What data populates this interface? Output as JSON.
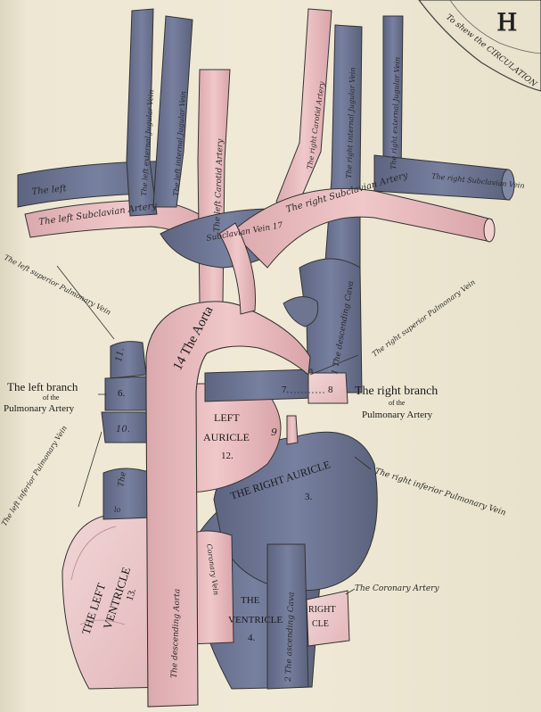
{
  "header": {
    "letter": "H",
    "caption_fragment": "To shew the CIRCULATION"
  },
  "labels": {
    "left_subclavian_vein_short": "The left",
    "left_subclavian_artery": "The left Subclavian Artery",
    "left_external_jugular": "The left external Jugular Vein",
    "left_internal_jugular": "The left internal Jugular Vein",
    "left_carotid": "The left Carotid Artery",
    "right_carotid": "The right Carotid Artery",
    "right_internal_jugular": "The right internal Jugular Vein",
    "right_external_jugular": "The right external Jugular Vein",
    "right_subclavian_vein": "The right Subclavian Vein",
    "right_subclavian_artery": "The right Subclavian Artery",
    "subclavian_vein_17": "Subclavian Vein 17",
    "descending_cava_upper": "1 The descending Cava",
    "left_superior_pulmonary_vein": "The left superior Pulmonary Vein",
    "right_superior_pulmonary_vein": "The right superior Pulmonary Vein",
    "aorta": "14 The Aorta",
    "left_branch_pulmonary_artery_l1": "The left branch",
    "left_branch_pulmonary_artery_l2": "of the",
    "left_branch_pulmonary_artery_l3": "Pulmonary Artery",
    "right_branch_pulmonary_artery_l1": "The right branch",
    "right_branch_pulmonary_artery_l2": "of the",
    "right_branch_pulmonary_artery_l3": "Pulmonary Artery",
    "left_inferior_pulmonary_vein": "The left inferior Pulmonary Vein",
    "right_inferior_pulmonary_vein": "The right inferior Pulmonary Vein",
    "left_auricle_l1": "LEFT",
    "left_auricle_l2": "AURICLE",
    "left_auricle_num": "12.",
    "num_9": "9",
    "right_auricle": "THE RIGHT AURICLE",
    "right_auricle_num": "3.",
    "left_ventricle_l1": "THE LEFT",
    "left_ventricle_l2": "VENTRICLE",
    "left_ventricle_num": "13.",
    "descending_aorta": "The descending Aorta",
    "coronary_vein": "Coronary Vein",
    "coronary_artery": "The Coronary Artery",
    "ascending_cava": "2 The ascending Cava",
    "right_ventricle_l1": "THE",
    "right_ventricle_l2": "VENTRICLE",
    "right_ventricle_num": "4.",
    "right_ventricle_side_l1": "RIGHT",
    "right_ventricle_side_l2": "CLE",
    "num_6": "6.",
    "num_7": "7.",
    "num_8": "8",
    "num_10": "10.",
    "num_11": "11.",
    "small_the": "The",
    "small_lo": "lo"
  },
  "colors": {
    "vein_blue": "#6d7590",
    "vein_blue_dark": "#565e78",
    "artery_pink": "#e6b7ba",
    "artery_pink_dark": "#d49da2",
    "paper": "#ece6d2",
    "ink": "#2a2a2a"
  }
}
